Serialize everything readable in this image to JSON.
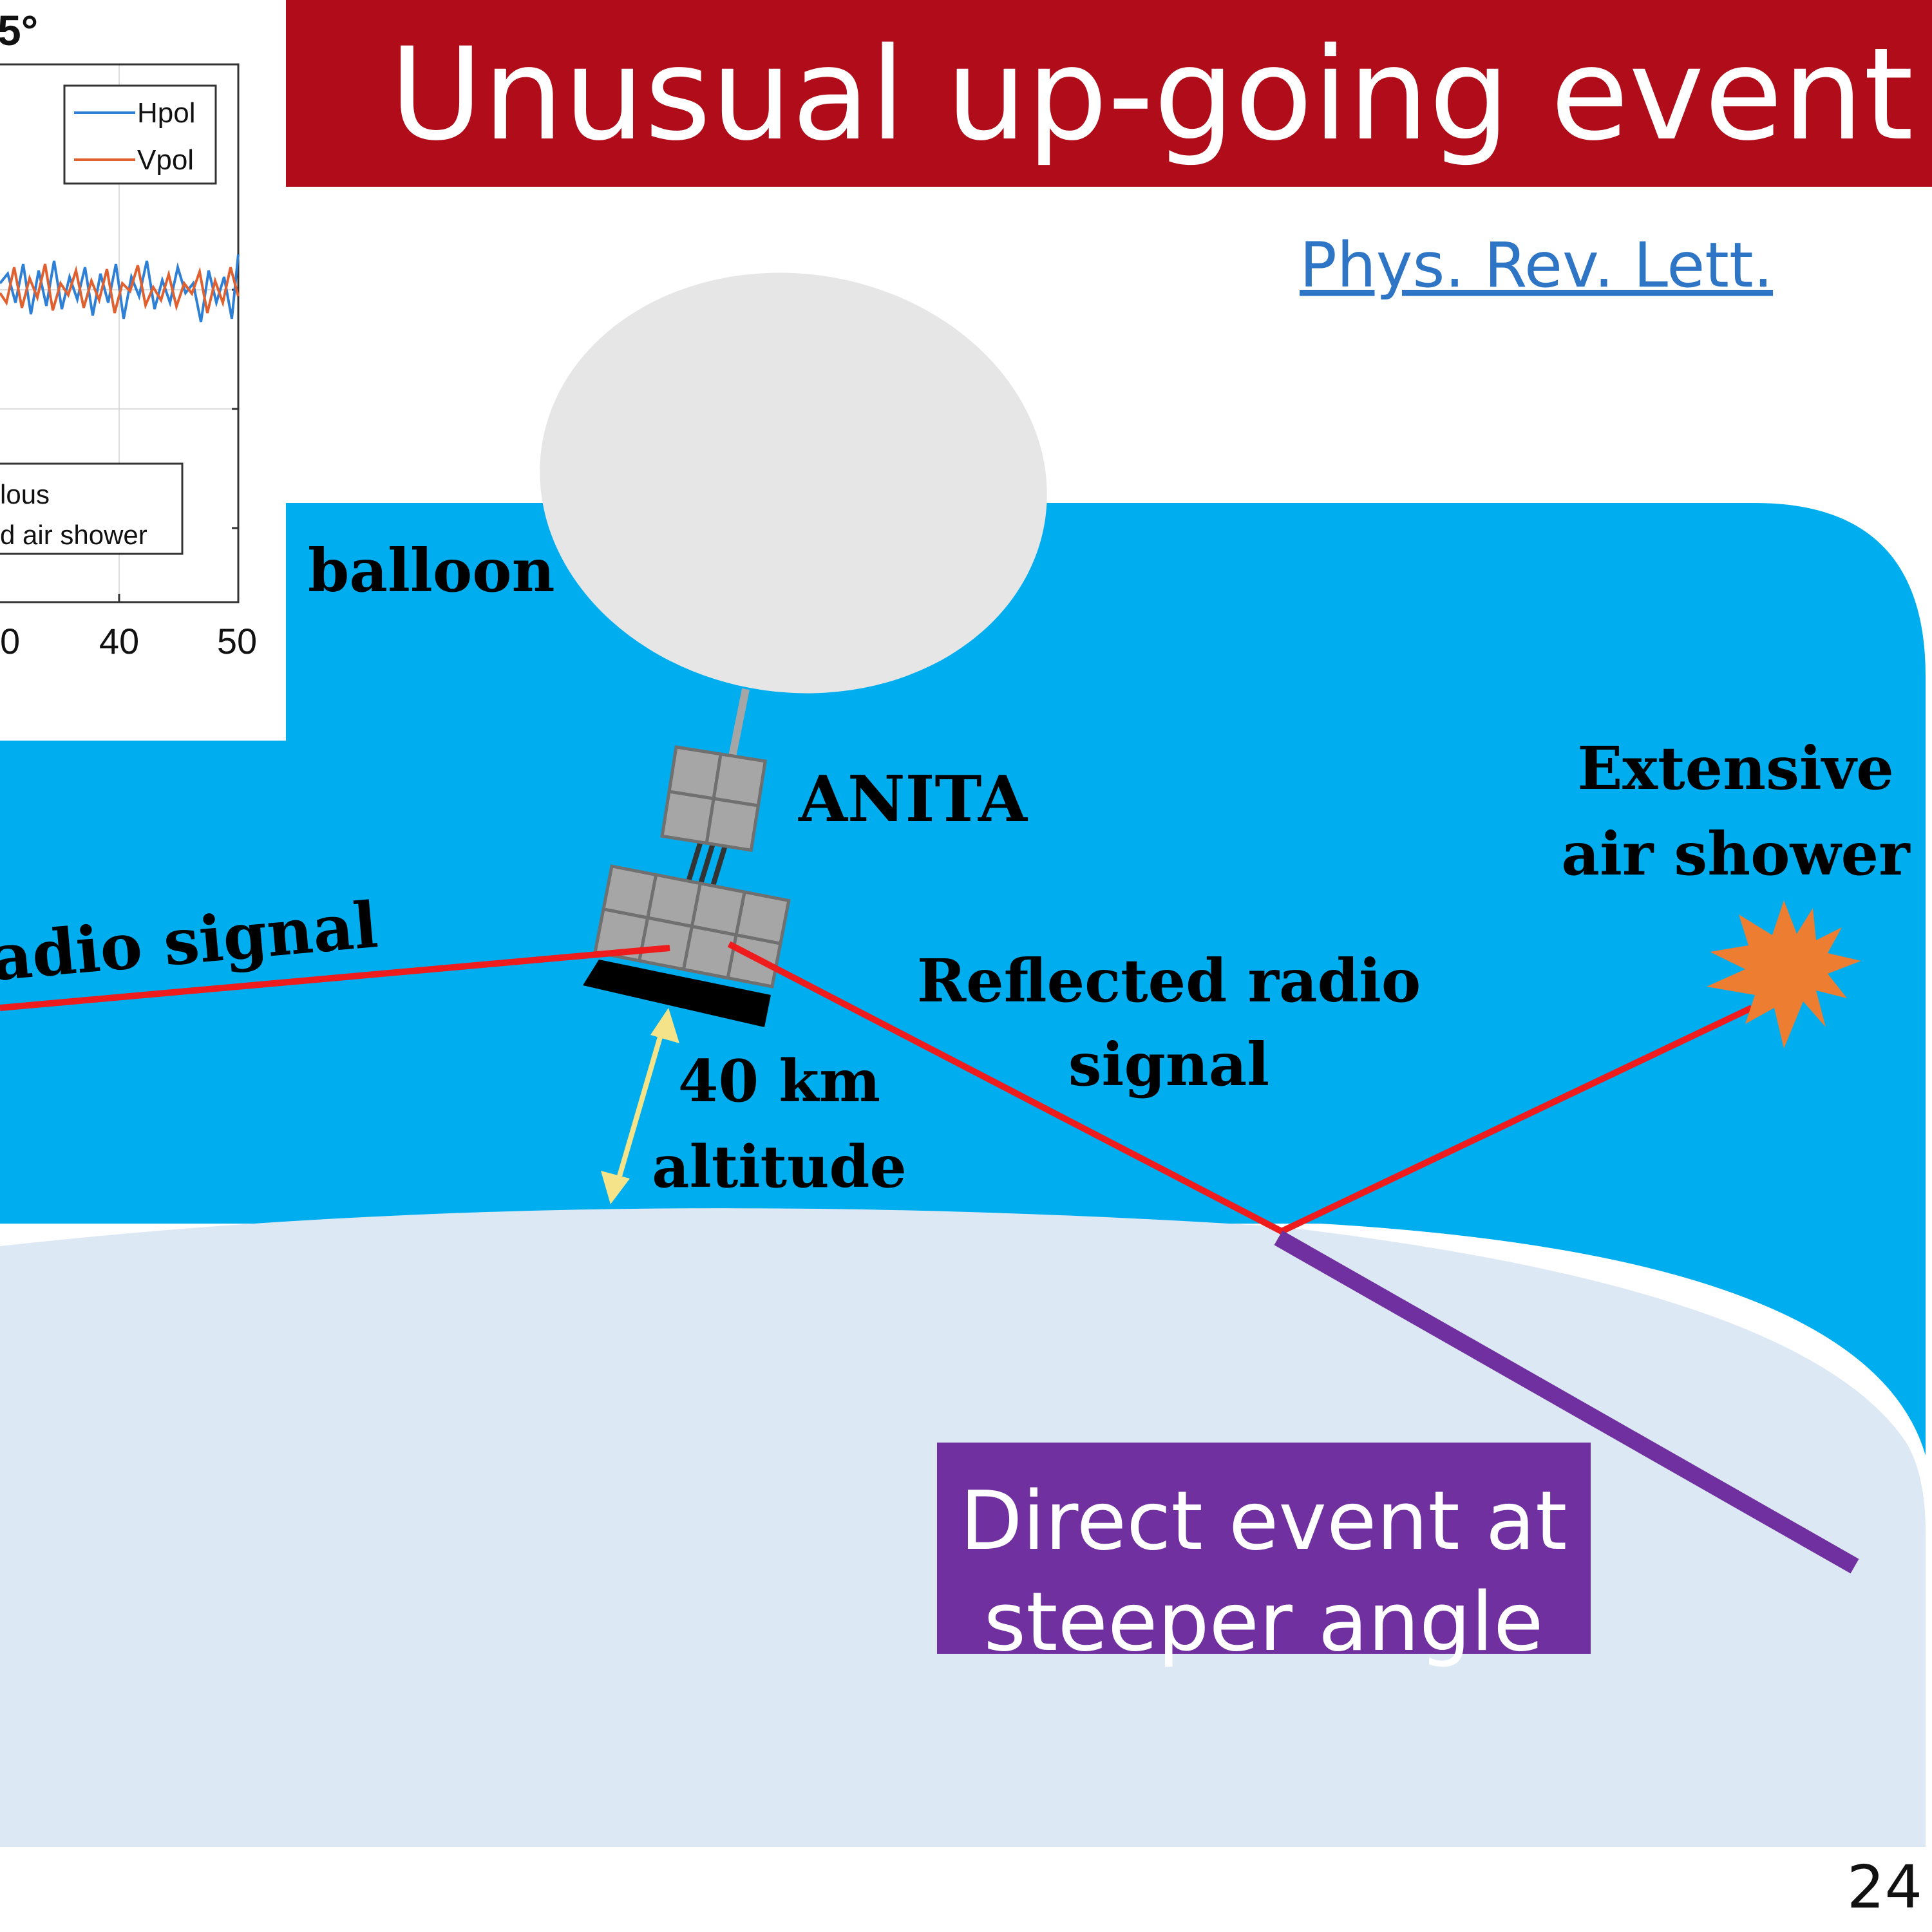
{
  "slide": {
    "title": "Unusual up-going event",
    "link_text": "Phys. Rev. Lett.",
    "page_number": "24",
    "colors": {
      "title_bar": "#b10c1a",
      "sky": "#00aeef",
      "ground": "#dde8f5",
      "balloon": "#e6e6e6",
      "signal": "#ee1c1c",
      "direct_event": "#7030a0",
      "shower": "#ed7d31",
      "arrow": "#f5e38a",
      "link": "#2e75c6",
      "hpol": "#2e7fd6",
      "vpol": "#e0602f"
    }
  },
  "inset_plot": {
    "title_fragment": "5°",
    "legend_top": [
      "Hpol",
      "Vpol"
    ],
    "legend_bottom": [
      "lous",
      "d air shower"
    ],
    "x_tick_labels": [
      "0",
      "40",
      "50"
    ]
  },
  "diagram": {
    "labels": {
      "balloon": "balloon",
      "anita": "ANITA",
      "radio_signal": "adio signal",
      "reflected_line1": "Reflected radio",
      "reflected_line2": "signal",
      "altitude_line1": "40 km",
      "altitude_line2": "altitude",
      "shower_line1": "Extensive",
      "shower_line2": "air shower",
      "direct_line1": "Direct event at",
      "direct_line2": "steeper angle"
    }
  }
}
